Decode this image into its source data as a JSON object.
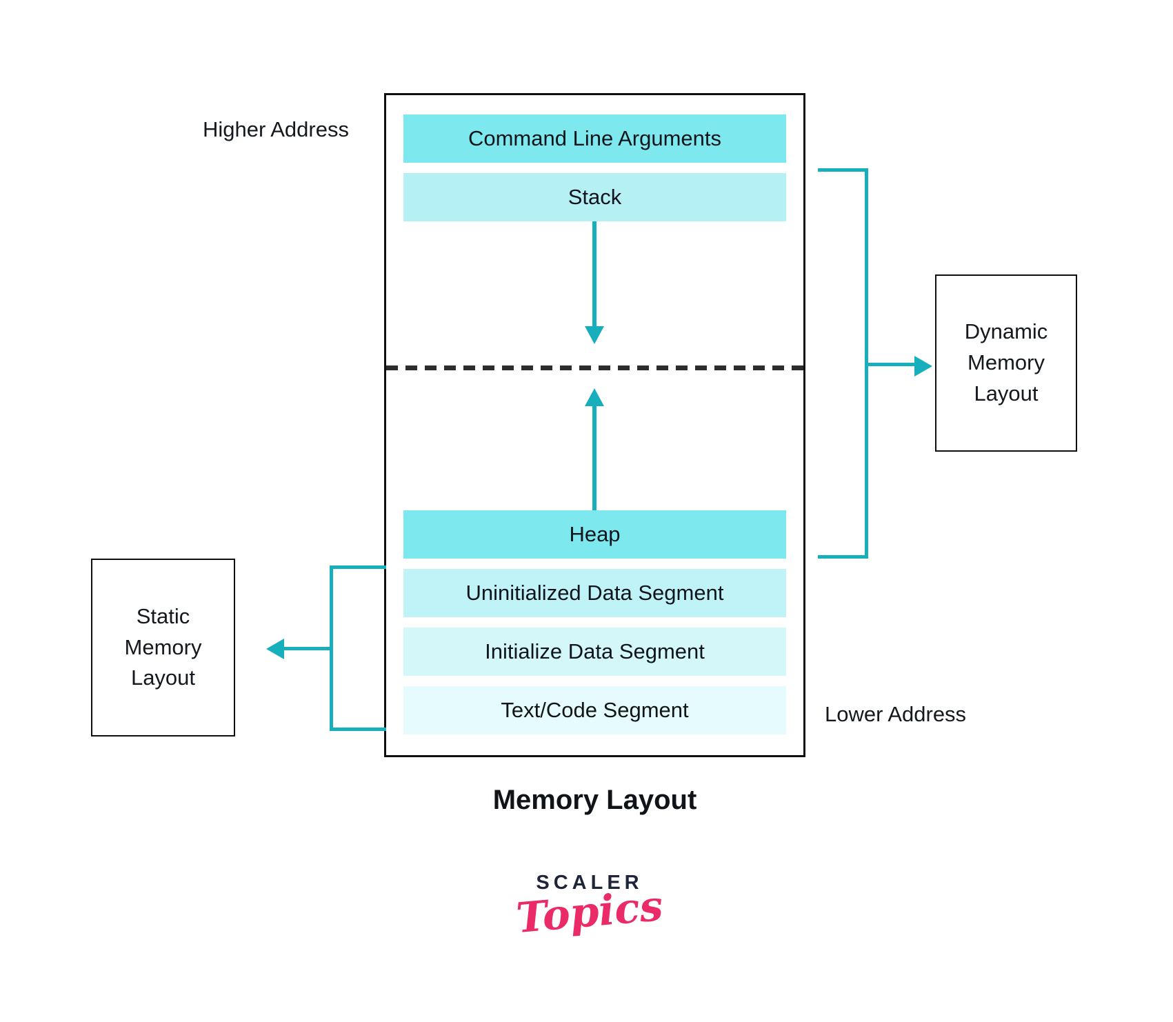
{
  "diagram": {
    "higher_address": "Higher Address",
    "lower_address": "Lower Address",
    "caption": "Memory Layout",
    "segments": [
      {
        "id": "command-line-arguments",
        "label": "Command Line Arguments",
        "color": "#7de9ee"
      },
      {
        "id": "stack",
        "label": "Stack",
        "color": "#b5f0f5"
      },
      {
        "id": "heap",
        "label": "Heap",
        "color": "#7de9ee"
      },
      {
        "id": "uninitialized-data-segment",
        "label": "Uninitialized Data Segment",
        "color": "#c0f3f7"
      },
      {
        "id": "initialize-data-segment",
        "label": "Initialize Data Segment",
        "color": "#d4f8fa"
      },
      {
        "id": "text-code-segment",
        "label": "Text/Code Segment",
        "color": "#e5fbfd"
      }
    ],
    "dynamic_box": {
      "lines": [
        "Dynamic",
        "Memory",
        "Layout"
      ]
    },
    "static_box": {
      "lines": [
        "Static",
        "Memory",
        "Layout"
      ]
    },
    "colors": {
      "arrow_and_bracket": "#18afbc",
      "dashed_divider": "#2d2d2d",
      "box_border": "#0e0e0e"
    }
  },
  "logo": {
    "brand": "SCALER",
    "word": "Topics",
    "brand_color": "#1e2538",
    "word_color": "#eb2a68"
  }
}
